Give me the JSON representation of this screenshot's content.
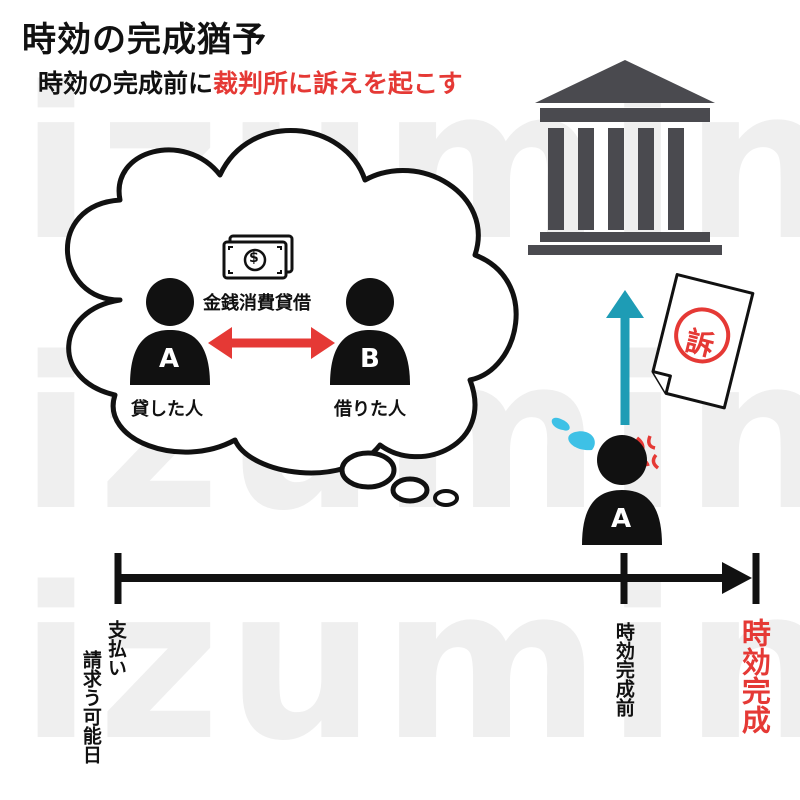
{
  "watermark": "izumin",
  "title": "時効の完成猶予",
  "subtitle": {
    "prefix": "時効の完成前に",
    "highlight": "裁判所に訴えを起こす"
  },
  "bubble": {
    "contract_label": "金銭消費貸借",
    "money_symbol": "$",
    "person_a": {
      "letter": "A",
      "label": "貸した人"
    },
    "person_b": {
      "letter": "B",
      "label": "借りた人"
    }
  },
  "action": {
    "lawsuit_char": "訴",
    "person_letter": "A"
  },
  "timeline": {
    "start_line1": "支払い",
    "start_line2": "請求う可能日",
    "mid_label": "時効完成前",
    "end_label": "時効完成"
  },
  "colors": {
    "accent_red": "#e53935",
    "arrow_blue": "#1e9cb5",
    "court_gray": "#4a4a4f",
    "sweat_blue": "#3ec1e6"
  }
}
